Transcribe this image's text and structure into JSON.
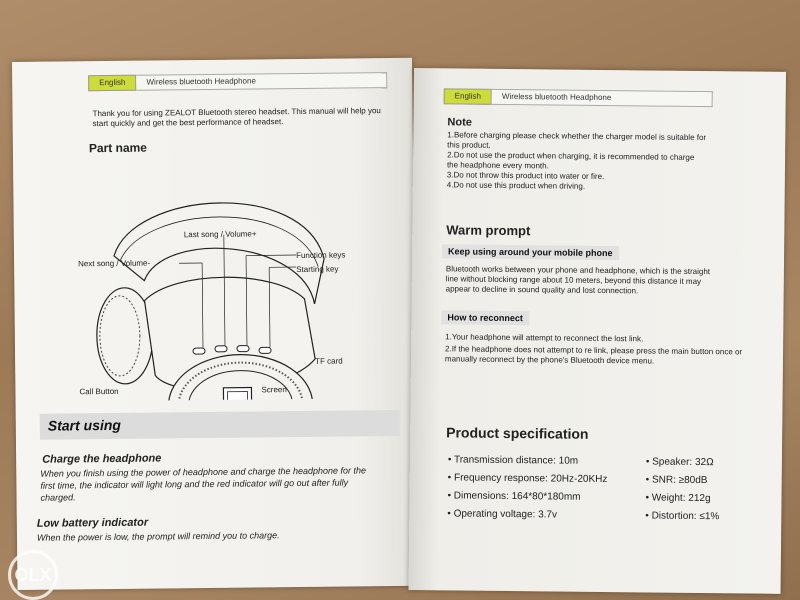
{
  "left": {
    "header": {
      "tag": "English",
      "title": "Wireless bluetooth Headphone"
    },
    "intro": "Thank you for using ZEALOT Bluetooth stereo headset. This manual will help you start quickly and get the best performance of headset.",
    "part_name": "Part name",
    "labels": {
      "last_song": "Last song / Volume+",
      "next_song": "Next song / Volume-",
      "function_keys": "Function keys",
      "starting_key": "Starting key",
      "tf_card": "TF card",
      "call_button": "Call Button",
      "screen": "Screen"
    },
    "start_using": "Start using",
    "charge_title": "Charge the headphone",
    "charge_text": "When you finish using the power of headphone and charge the headphone for the first time, the indicator will light long and the red indicator will go out after fully charged.",
    "low_battery_title": "Low battery indicator",
    "low_battery_text": "When the power is low, the prompt will remind you to charge."
  },
  "right": {
    "header": {
      "tag": "English",
      "title": "Wireless bluetooth Headphone"
    },
    "note_title": "Note",
    "notes": [
      "1.Before charging please check  whether the charger model is suitable for this product.",
      "2.Do not use the product when charging, it is recommended to charge the headphone every  month.",
      "3.Do not throw this product into water or fire.",
      "4.Do not use this product when driving."
    ],
    "warm_prompt": "Warm prompt",
    "keep_title": "Keep using around your mobile phone",
    "keep_text": "Bluetooth works between your phone and headphone, which is the straight line without blocking range about 10 meters, beyond this distance it may appear to decline in sound quality and lost connection.",
    "reconnect_title": "How to reconnect",
    "reconnect_1": "1.Your headphone will attempt to reconnect the lost link.",
    "reconnect_2": "2.If the headphone does not attempt to re link, please press the main button once or manually reconnect by the phone's Bluetooth device menu.",
    "spec_title": "Product specification",
    "specs_left": [
      "Transmission distance: 10m",
      "Frequency response: 20Hz-20KHz",
      "Dimensions: 164*80*180mm",
      "Operating voltage: 3.7v"
    ],
    "specs_right": [
      "Speaker: 32Ω",
      "SNR: ≥80dB",
      "Weight:  212g",
      "Distortion: ≤1%"
    ]
  },
  "watermark": "OLX"
}
